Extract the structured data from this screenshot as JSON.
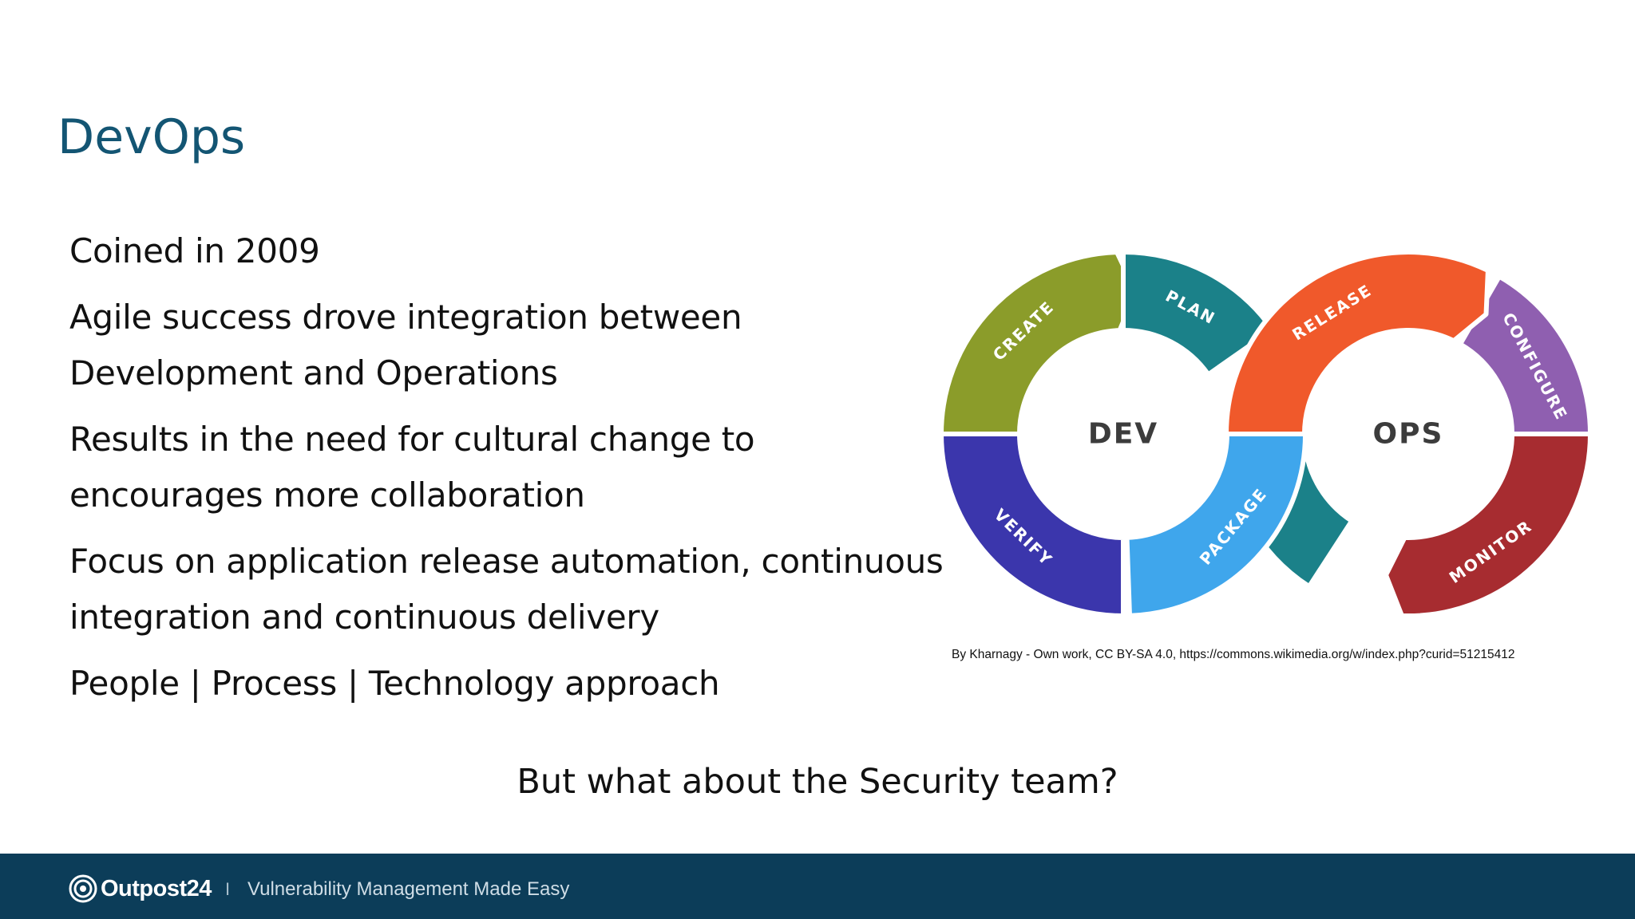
{
  "slide": {
    "title": "DevOps",
    "bullets": [
      "Coined in 2009",
      "Agile success drove integration between Development and Operations",
      "Results in the need for cultural change to encourages more collaboration",
      "Focus on application release automation, continuous integration and continuous delivery",
      "People | Process | Technology approach"
    ],
    "question": "But what about the Security team?"
  },
  "diagram": {
    "hub_labels": {
      "dev": "DEV",
      "ops": "OPS"
    },
    "segments": [
      {
        "label": "CREATE",
        "color": "#8b9c2a"
      },
      {
        "label": "PLAN",
        "color": "#1b8189"
      },
      {
        "label": "RELEASE",
        "color": "#f0592b"
      },
      {
        "label": "CONFIGURE",
        "color": "#8f5fb0"
      },
      {
        "label": "MONITOR",
        "color": "#a72c30"
      },
      {
        "label": "PACKAGE",
        "color": "#3fa6ec"
      },
      {
        "label": "VERIFY",
        "color": "#3b36ac"
      }
    ],
    "crossover_color": "#1b8189",
    "hub_text_color": "#3c3c3c",
    "credit": "By Kharnagy - Own work, CC BY-SA 4.0, https://commons.wikimedia.org/w/index.php?curid=51215412"
  },
  "footer": {
    "brand": "Outpost24",
    "separator": "I",
    "tagline": "Vulnerability Management Made Easy"
  },
  "colors": {
    "title": "#135573",
    "footer_bg": "#0c3d59",
    "text": "#111111"
  }
}
